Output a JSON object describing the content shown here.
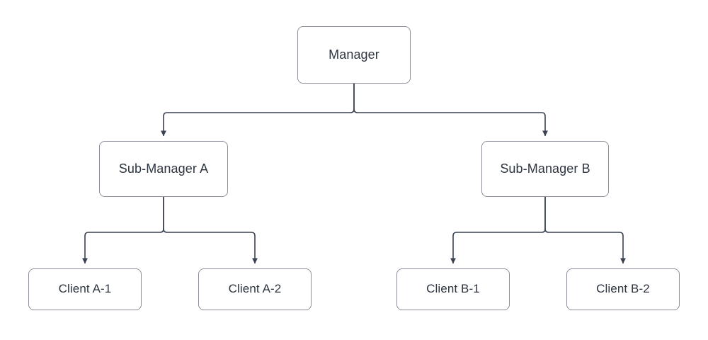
{
  "diagram": {
    "type": "org-hierarchy-tree",
    "orientation": "top-down",
    "background_color": "#ffffff",
    "node_fill_color": "#ffffff",
    "node_border_color": "#8a8f9a",
    "edge_color": "#3a4250",
    "text_color": "#2d3540",
    "nodes": [
      {
        "id": "manager",
        "label": "Manager",
        "level": 0
      },
      {
        "id": "submgr_a",
        "label": "Sub-Manager A",
        "level": 1
      },
      {
        "id": "submgr_b",
        "label": "Sub-Manager B",
        "level": 1
      },
      {
        "id": "client_a1",
        "label": "Client A-1",
        "level": 2
      },
      {
        "id": "client_a2",
        "label": "Client A-2",
        "level": 2
      },
      {
        "id": "client_b1",
        "label": "Client B-1",
        "level": 2
      },
      {
        "id": "client_b2",
        "label": "Client B-2",
        "level": 2
      }
    ],
    "edges": [
      {
        "from": "manager",
        "to": "submgr_a",
        "style": "orthogonal-arrow"
      },
      {
        "from": "manager",
        "to": "submgr_b",
        "style": "orthogonal-arrow"
      },
      {
        "from": "submgr_a",
        "to": "client_a1",
        "style": "orthogonal-arrow"
      },
      {
        "from": "submgr_a",
        "to": "client_a2",
        "style": "orthogonal-arrow"
      },
      {
        "from": "submgr_b",
        "to": "client_b1",
        "style": "orthogonal-arrow"
      },
      {
        "from": "submgr_b",
        "to": "client_b2",
        "style": "orthogonal-arrow"
      }
    ]
  }
}
